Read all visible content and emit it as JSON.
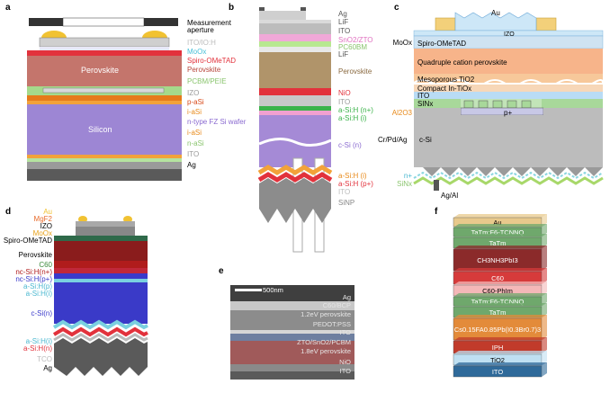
{
  "panels": [
    "a",
    "b",
    "c",
    "d",
    "e",
    "f"
  ],
  "panel_a": {
    "labels": [
      "Measurement aperture",
      "ITO/IO:H",
      "MoOx",
      "Spiro-OMeTAD",
      "Perovskite",
      "PCBM/PEIE",
      "IZO",
      "p-aSi",
      "i-aSi",
      "n-type FZ Si wafer",
      "i-aSi",
      "n-aSi",
      "ITO",
      "Ag"
    ],
    "inside": [
      "Perovskite",
      "Silicon"
    ]
  },
  "panel_b": {
    "labels": [
      "Ag",
      "LiF",
      "ITO",
      "SnO2/ZTO",
      "PC60BM",
      "LiF",
      "Perovskite",
      "NiO",
      "ITO",
      "a-Si:H (n+)",
      "a-Si:H (i)",
      "c-Si (n)",
      "a-Si:H (i)",
      "a-Si:H (p+)",
      "ITO",
      "SiNP"
    ]
  },
  "panel_c": {
    "top": [
      "Au",
      "IZO"
    ],
    "inside": [
      "Spiro-OMeTAD",
      "Quadruple cation perovskite",
      "Mesoporous TiO2",
      "Compact In-TiOx",
      "ITO",
      "SINx",
      "p+"
    ],
    "left": [
      "MoOx",
      "Al2O3",
      "Cr/Pd/Ag",
      "c-Si",
      "n+",
      "SiNx"
    ],
    "bottom": "Ag/Al"
  },
  "panel_d": {
    "labels": [
      "Au",
      "MgF2",
      "IZO",
      "MoOx",
      "Spiro-OMeTAD",
      "Perovskite",
      "C60",
      "nc-Si:H(n+)",
      "nc-Si:H(p+)",
      "a-Si:H(p)",
      "a-Si:H(i)",
      "c-Si(n)",
      "a-Si:H(i)",
      "a-Si:H(n)",
      "TCO",
      "Ag"
    ]
  },
  "panel_e": {
    "scale": "500nm",
    "labels": [
      "Ag",
      "C60/BCP",
      "1.2eV perovskite",
      "PEDOT:PSS",
      "ITO",
      "ZTO/SnO2/PCBM",
      "1.8eV perovskite",
      "NiO",
      "ITO"
    ]
  },
  "panel_f": {
    "layers": [
      "Au",
      "TaTm:F6-TCNNQ",
      "TaTm",
      "CH3NH3PbI3",
      "C60",
      "C60-PhIm",
      "TaTm:F6-TCNNQ",
      "TaTm",
      "Cs0.15FA0.85Pb(I0.3Br0.7)3",
      "IPH",
      "TiO2",
      "ITO"
    ],
    "colors": [
      "#e8c98c",
      "#6fa86c",
      "#6fa86c",
      "#8b2a2a",
      "#d63b3b",
      "#f4b8b8",
      "#6fa86c",
      "#6fa86c",
      "#e38b3a",
      "#c13b2b",
      "#bfe0f2",
      "#2f6a9a"
    ]
  }
}
